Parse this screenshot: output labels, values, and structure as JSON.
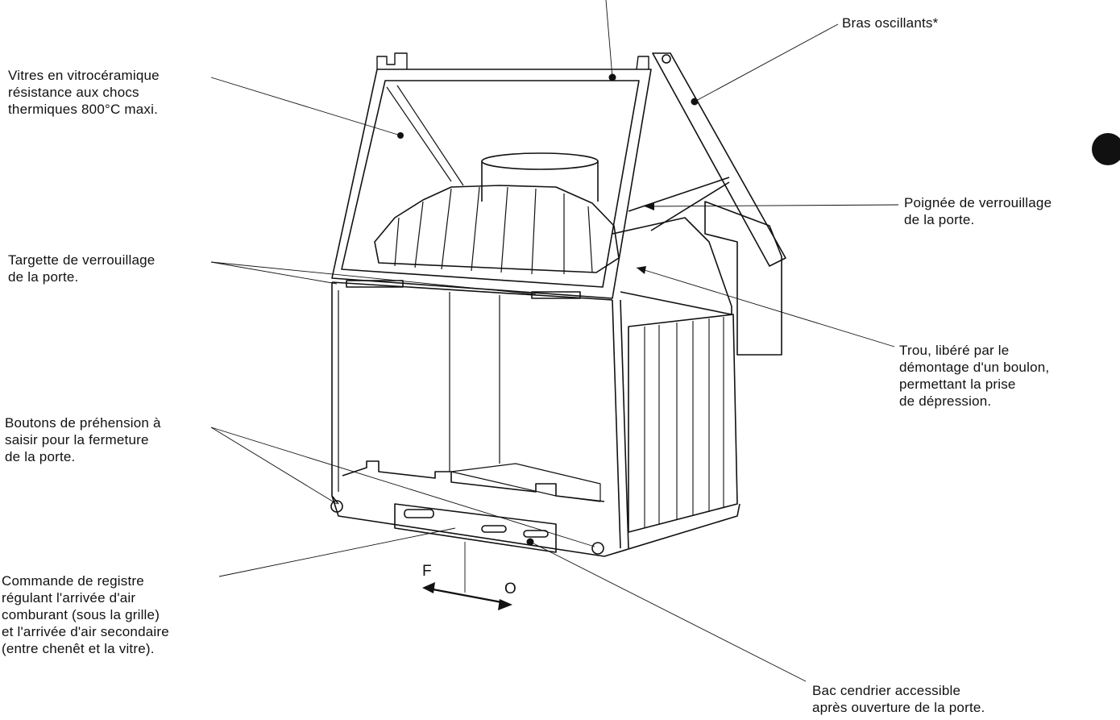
{
  "labels": {
    "vitres": "Vitres en vitrocéramique\nrésistance aux chocs\nthermiques 800°C maxi.",
    "bras": "Bras oscillants*",
    "poignee": "Poignée de verrouillage\nde la porte.",
    "targette": "Targette de verrouillage\nde la porte.",
    "trou": "Trou, libéré par le\ndémontage d'un boulon,\npermettant la prise\nde dépression.",
    "boutons": "Boutons de préhension à\nsaisir pour la fermeture\nde la porte.",
    "commande": "Commande de registre\nrégulant l'arrivée d'air\ncomburant (sous la grille)\net l'arrivée d'air secondaire\n(entre chenêt et la vitre).",
    "bac": "Bac cendrier accessible\naprès ouverture de la porte."
  },
  "direction": {
    "close": "F",
    "open": "O"
  },
  "colors": {
    "ink": "#111111",
    "paper": "#ffffff"
  }
}
